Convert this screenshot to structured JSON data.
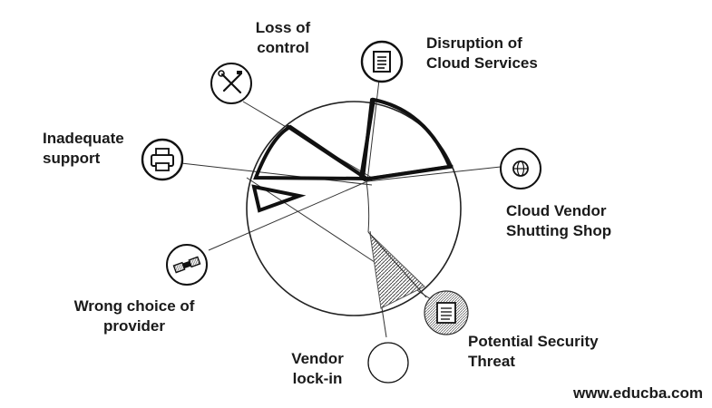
{
  "labels": {
    "loss_of_control": [
      "Loss of",
      "control"
    ],
    "disruption": [
      "Disruption of",
      "Cloud Services"
    ],
    "inadequate": [
      "Inadequate",
      "support"
    ],
    "vendor_shutting": [
      "Cloud Vendor",
      "Shutting Shop"
    ],
    "wrong_choice": [
      "Wrong choice of",
      "provider"
    ],
    "security": [
      "Potential Security",
      "Threat"
    ],
    "lockin": [
      "Vendor",
      "lock-in"
    ]
  },
  "icons": {
    "loss_of_control": "tools-icon",
    "disruption": "document-list-icon",
    "inadequate": "printer-icon",
    "vendor_shutting": "globe-icon",
    "wrong_choice": "satellite-icon",
    "security": "document-icon",
    "lockin": "empty-circle-icon"
  },
  "watermark": "www.educba.com"
}
